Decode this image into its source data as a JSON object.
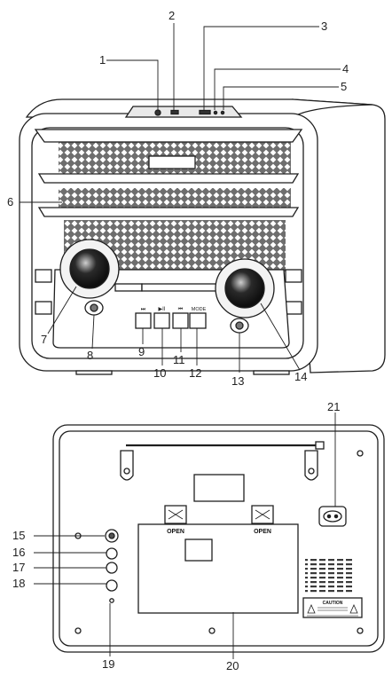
{
  "callouts": {
    "c1": "1",
    "c2": "2",
    "c3": "3",
    "c4": "4",
    "c5": "5",
    "c6": "6",
    "c7": "7",
    "c8": "8",
    "c9": "9",
    "c10": "10",
    "c11": "11",
    "c12": "12",
    "c13": "13",
    "c14": "14",
    "c15": "15",
    "c16": "16",
    "c17": "17",
    "c18": "18",
    "c19": "19",
    "c20": "20",
    "c21": "21"
  },
  "front_buttons": {
    "next": "⏭",
    "play_pause": "▶II",
    "prev": "⏮",
    "mode": "MODE"
  },
  "back_panel": {
    "hook_left_label": "OPEN",
    "hook_right_label": "OPEN",
    "caution_title": "CAUTION"
  },
  "colors": {
    "line": "#1f1f1f",
    "grille": "#6a6a6a",
    "fill": "#ffffff"
  }
}
